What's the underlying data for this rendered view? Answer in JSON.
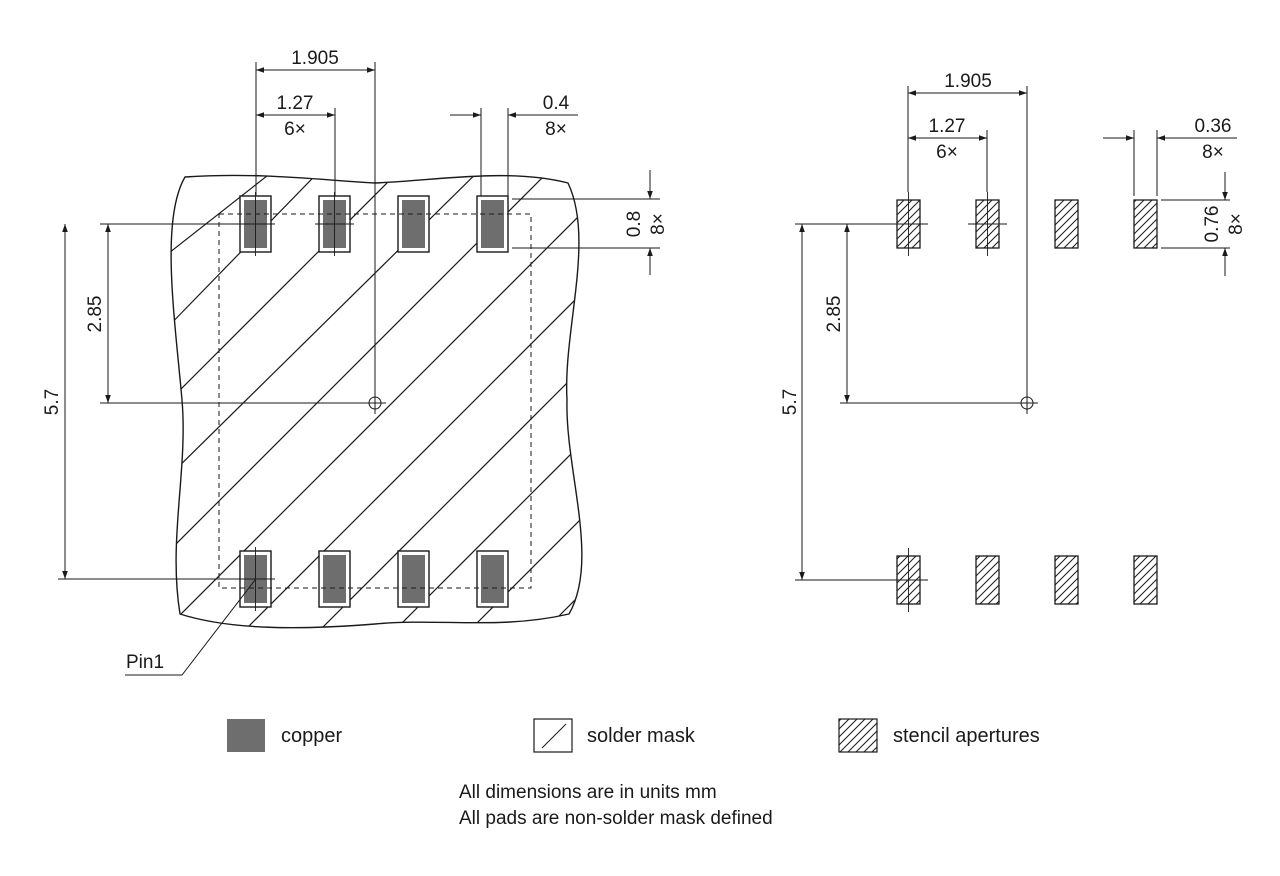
{
  "left_view": {
    "dim_pitch_x": "1.905",
    "dim_pitch": "1.27",
    "dim_pitch_count": "6×",
    "dim_pad_w": "0.4",
    "dim_pad_w_count": "8×",
    "dim_pad_h": "0.8",
    "dim_pad_h_count": "8×",
    "dim_half_y": "2.85",
    "dim_full_y": "5.7",
    "pin1_label": "Pin1"
  },
  "right_view": {
    "dim_pitch_x": "1.905",
    "dim_pitch": "1.27",
    "dim_pitch_count": "6×",
    "dim_pad_w": "0.36",
    "dim_pad_w_count": "8×",
    "dim_pad_h": "0.76",
    "dim_pad_h_count": "8×",
    "dim_half_y": "2.85",
    "dim_full_y": "5.7"
  },
  "legend": {
    "copper": "copper",
    "solder_mask": "solder mask",
    "stencil": "stencil apertures"
  },
  "notes": {
    "line1": "All dimensions are in units mm",
    "line2": "All pads are non-solder mask defined"
  },
  "colors": {
    "copper": "#6e6e6e",
    "line": "#1a1a1a",
    "background": "#ffffff"
  }
}
